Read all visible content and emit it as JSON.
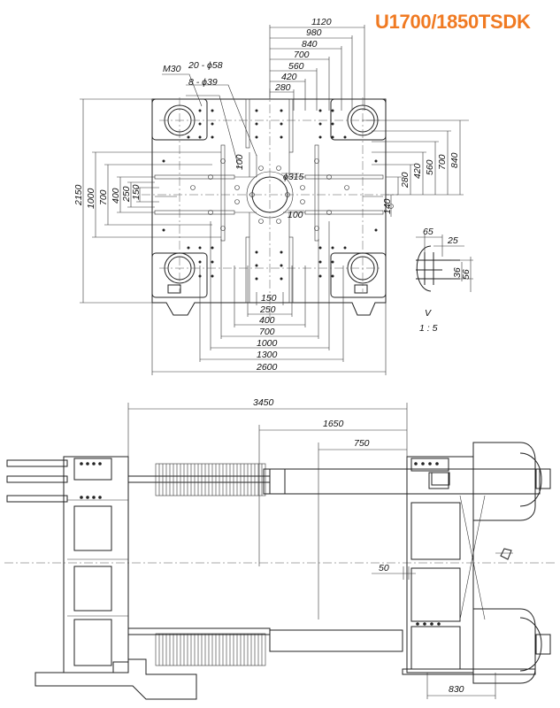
{
  "title": "U1700/1850TSDK",
  "colors": {
    "title": "#f07a22",
    "line": "#222222"
  },
  "platen_view": {
    "top_dims": [
      "1120",
      "980",
      "840",
      "700",
      "560",
      "420",
      "280"
    ],
    "labels": {
      "thread": "M30",
      "holes_large": "20 - ϕ58",
      "holes_small": "8 - ϕ39",
      "center_hole": "ϕ315",
      "inner_100_a": "100",
      "inner_100_b": "100"
    },
    "left_dims": [
      "2150",
      "1000",
      "700",
      "400",
      "250",
      "150"
    ],
    "right_dims": [
      "840",
      "700",
      "560",
      "420",
      "280",
      "140"
    ],
    "bottom_dims": [
      "150",
      "250",
      "400",
      "700",
      "1000",
      "1300",
      "2600"
    ]
  },
  "detail_v": {
    "dims": [
      "65",
      "25",
      "36",
      "56"
    ],
    "name": "V",
    "scale": "1 : 5"
  },
  "side_view": {
    "dims": [
      "3450",
      "1650",
      "750",
      "50",
      "830"
    ]
  }
}
